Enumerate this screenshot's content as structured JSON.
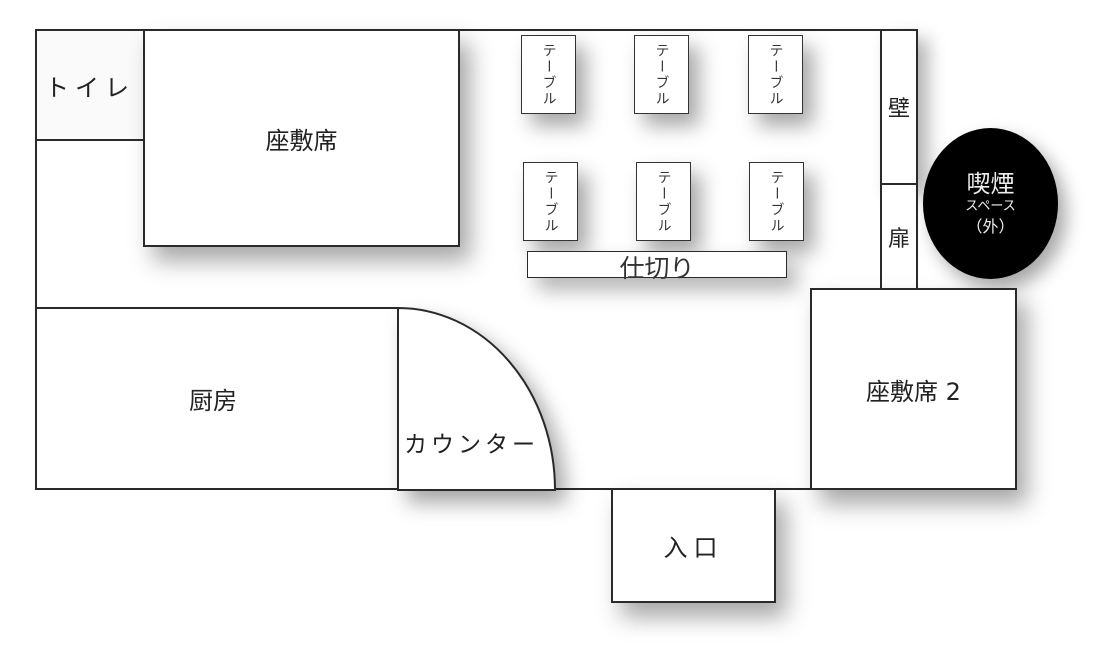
{
  "floor_plan": {
    "rooms": {
      "toilet": "トイレ",
      "zashiki": "座敷席",
      "kitchen": "厨房",
      "counter": "カウンター",
      "zashiki2": "座敷席 2",
      "entrance": "入口",
      "wall": "壁",
      "door": "扉",
      "partition": "仕切り"
    },
    "tables": [
      {
        "label": "テーブル"
      },
      {
        "label": "テーブル"
      },
      {
        "label": "テーブル"
      },
      {
        "label": "テーブル"
      },
      {
        "label": "テーブル"
      },
      {
        "label": "テーブル"
      }
    ],
    "smoking": {
      "title": "喫煙",
      "subtitle": "スペース",
      "note": "（外）",
      "color": "#000000"
    }
  }
}
